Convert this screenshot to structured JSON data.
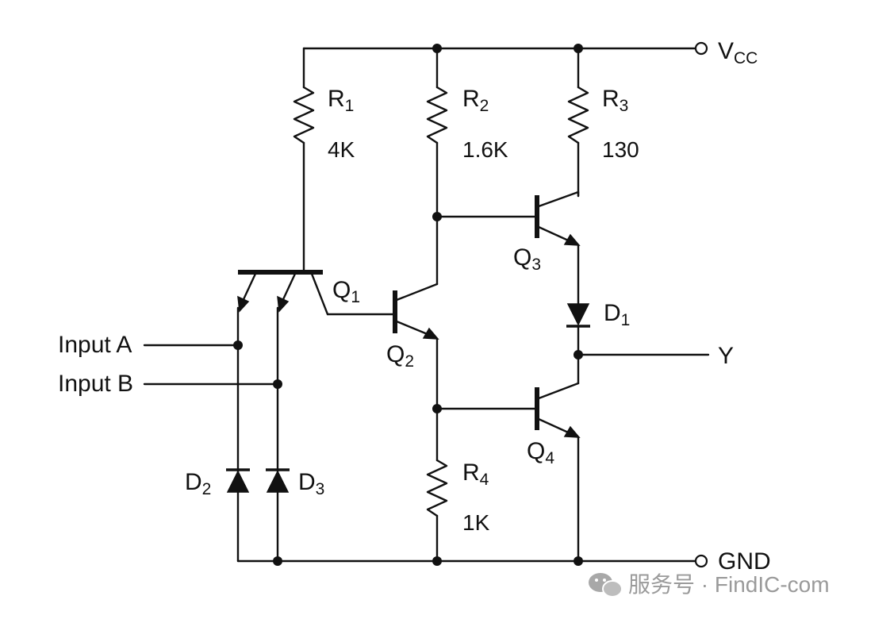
{
  "supply": {
    "label": "V",
    "sub": "CC"
  },
  "ground": {
    "label": "GND"
  },
  "output": {
    "label": "Y"
  },
  "inputs": [
    {
      "label": "Input A"
    },
    {
      "label": "Input B"
    }
  ],
  "resistors": [
    {
      "label": "R",
      "sub": "1",
      "value": "4K"
    },
    {
      "label": "R",
      "sub": "2",
      "value": "1.6K"
    },
    {
      "label": "R",
      "sub": "3",
      "value": "130"
    },
    {
      "label": "R",
      "sub": "4",
      "value": "1K"
    }
  ],
  "transistors": [
    {
      "label": "Q",
      "sub": "1"
    },
    {
      "label": "Q",
      "sub": "2"
    },
    {
      "label": "Q",
      "sub": "3"
    },
    {
      "label": "Q",
      "sub": "4"
    }
  ],
  "diodes": [
    {
      "label": "D",
      "sub": "1"
    },
    {
      "label": "D",
      "sub": "2"
    },
    {
      "label": "D",
      "sub": "3"
    }
  ],
  "watermark": {
    "text": "服务号 · FindIC-com",
    "icon": "wechat-icon"
  }
}
